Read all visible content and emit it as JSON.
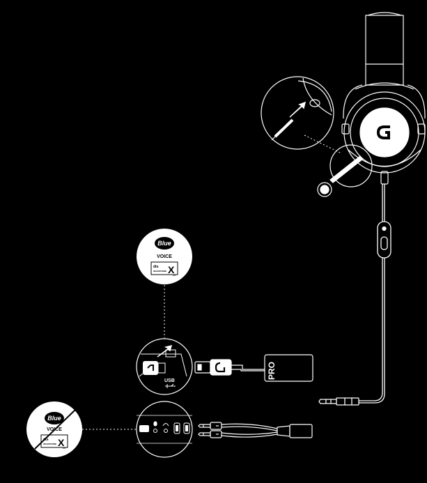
{
  "colors": {
    "background": "#000000",
    "line": "#ffffff",
    "accent": "#ffffff"
  },
  "badges": {
    "blue_logo": "Blue",
    "voice_label": "VOICE",
    "dtx_label": "dts",
    "headphone_label": "HEADPHONE",
    "x_label": "X",
    "x_version": "2.0"
  },
  "usb_zoom": {
    "usb_label": "USB"
  },
  "sound_card": {
    "label": "PRO"
  },
  "icons": [
    "logitech-g-icon",
    "usb-symbol-icon",
    "mic-icon",
    "headphone-icon",
    "arrow-icon"
  ]
}
